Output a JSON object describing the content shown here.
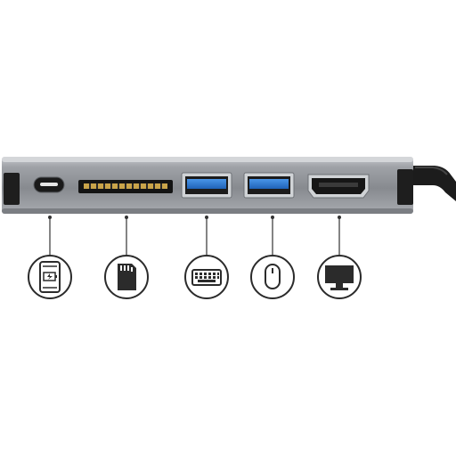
{
  "product": {
    "name": "usb-c-multiport-hub",
    "cable_color": "#1a1a1a",
    "body_color": "#8e9196",
    "body_top_color": "#b7babf",
    "usb3_blue": "#2f7fd6"
  },
  "ports": [
    {
      "id": "usb-c",
      "icon": "tablet-charging-icon"
    },
    {
      "id": "sd-card-slot",
      "icon": "sd-card-icon"
    },
    {
      "id": "usb-a-1",
      "icon": "keyboard-icon"
    },
    {
      "id": "usb-a-2",
      "icon": "mouse-icon"
    },
    {
      "id": "hdmi",
      "icon": "monitor-icon"
    }
  ]
}
